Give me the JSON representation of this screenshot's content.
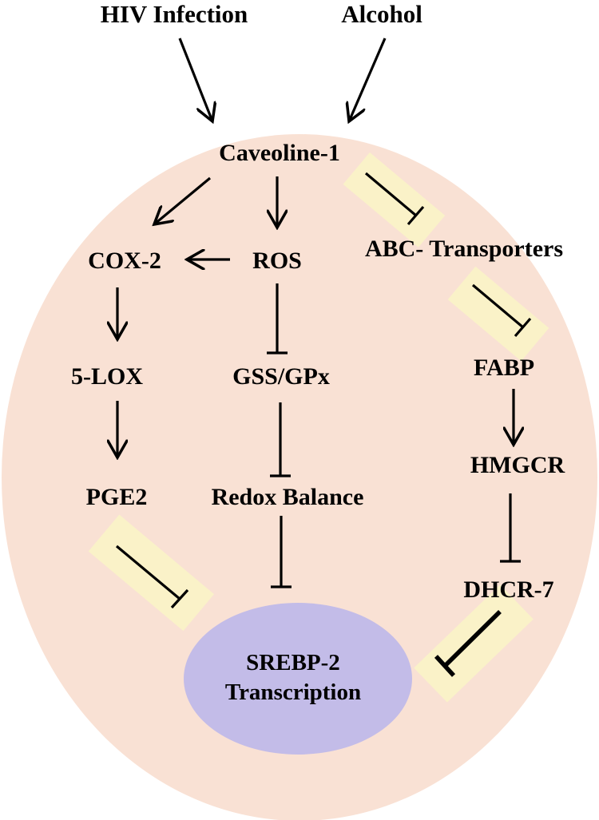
{
  "colors": {
    "cell": "#f9e1d4",
    "nucleus": "#c3bce8",
    "highlight": "#faf2c8",
    "ink": "#000000"
  },
  "triggers": {
    "hiv": "HIV Infection",
    "alcohol": "Alcohol"
  },
  "nodes": {
    "caveoline": "Caveoline-1",
    "cox2": "COX-2",
    "ros": "ROS",
    "abc": "ABC- Transporters",
    "lox5": "5-LOX",
    "gss": "GSS/GPx",
    "fabp": "FABP",
    "pge2": "PGE2",
    "redox": "Redox Balance",
    "hmgcr": "HMGCR",
    "dhcr7": "DHCR-7"
  },
  "nucleus": {
    "line1": "SREBP-2",
    "line2": "Transcription"
  },
  "edges": [
    {
      "from": "hiv",
      "to": "caveoline",
      "type": "activation"
    },
    {
      "from": "alcohol",
      "to": "caveoline",
      "type": "activation"
    },
    {
      "from": "caveoline",
      "to": "cox2",
      "type": "activation"
    },
    {
      "from": "caveoline",
      "to": "ros",
      "type": "activation"
    },
    {
      "from": "caveoline",
      "to": "abc",
      "type": "inhibition",
      "highlighted": true
    },
    {
      "from": "ros",
      "to": "cox2",
      "type": "activation"
    },
    {
      "from": "ros",
      "to": "gss",
      "type": "inhibition"
    },
    {
      "from": "cox2",
      "to": "lox5",
      "type": "activation"
    },
    {
      "from": "lox5",
      "to": "pge2",
      "type": "activation"
    },
    {
      "from": "gss",
      "to": "redox",
      "type": "inhibition"
    },
    {
      "from": "redox",
      "to": "srebp2",
      "type": "inhibition"
    },
    {
      "from": "pge2",
      "to": "srebp2",
      "type": "inhibition",
      "highlighted": true
    },
    {
      "from": "abc",
      "to": "fabp",
      "type": "inhibition",
      "highlighted": true
    },
    {
      "from": "fabp",
      "to": "hmgcr",
      "type": "activation"
    },
    {
      "from": "hmgcr",
      "to": "dhcr7",
      "type": "inhibition"
    },
    {
      "from": "dhcr7",
      "to": "srebp2",
      "type": "inhibition",
      "highlighted": true
    }
  ]
}
